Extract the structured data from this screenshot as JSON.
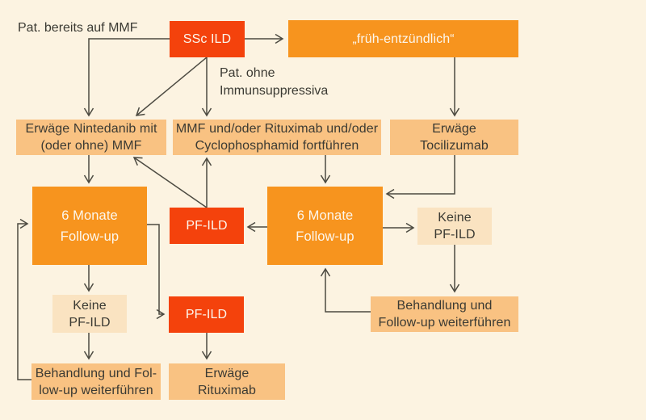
{
  "diagram": {
    "title_topic": "SSc ILD Behandlungsalgorithmus",
    "type": "flowchart",
    "background_color": "#fcf3e1",
    "colors": {
      "red_node": "#f4420c",
      "orange_node": "#f7941e",
      "light_node": "#f9c282",
      "lighter_node": "#fae3c1",
      "arrow_line": "#4c4a41",
      "dark_text": "#3b3a33",
      "white_text": "#fcf7ee"
    }
  },
  "labels": {
    "pat_bereits_auf_mmf": "Pat. bereits auf MMF",
    "pat_ohne_immunsuppressiva": "Pat. ohne\nImmunsuppressiva"
  },
  "nodes": {
    "ssc_ild": {
      "label": "SSc ILD",
      "color": "#f4420c"
    },
    "frueh_entzuendlich": {
      "label": "„früh-entzündlich“",
      "color": "#f7941e"
    },
    "erwaege_nintedanib": {
      "label": "Erwäge Nintedanib mit\n(oder ohne) MMF",
      "color": "#f9c282"
    },
    "mmf_fortfuehren": {
      "label": "MMF und/oder Rituximab und/oder\nCyclophosphamid fortführen",
      "color": "#f9c282"
    },
    "erwaege_tocilizumab": {
      "label": "Erwäge\nTocilizumab",
      "color": "#f9c282"
    },
    "followup_links": {
      "label": "6 Monate\nFollow-up",
      "color": "#f7941e"
    },
    "pf_ild_mitte": {
      "label": "PF-ILD",
      "color": "#f4420c"
    },
    "followup_rechts": {
      "label": "6 Monate\nFollow-up",
      "color": "#f7941e"
    },
    "keine_pf_ild_rechts": {
      "label": "Keine\nPF-ILD",
      "color": "#fae3c1"
    },
    "behandlung_rechts": {
      "label": "Behandlung und\nFollow-up weiterführen",
      "color": "#f9c282"
    },
    "keine_pf_ild_links": {
      "label": "Keine\nPF-ILD",
      "color": "#fae3c1"
    },
    "pf_ild_unten": {
      "label": "PF-ILD",
      "color": "#f4420c"
    },
    "behandlung_links": {
      "label": "Behandlung und Fol-\nlow-up weiterführen",
      "color": "#f9c282"
    },
    "erwaege_rituximab": {
      "label": "Erwäge\nRituximab",
      "color": "#f9c282"
    }
  },
  "edges": [
    {
      "from": "ssc_ild",
      "to": "frueh_entzuendlich"
    },
    {
      "from": "ssc_ild",
      "to": "erwaege_nintedanib",
      "label": "Pat. bereits auf MMF"
    },
    {
      "from": "ssc_ild",
      "to": "erwaege_nintedanib"
    },
    {
      "from": "ssc_ild",
      "to": "mmf_fortfuehren",
      "label": "Pat. ohne Immunsuppressiva"
    },
    {
      "from": "frueh_entzuendlich",
      "to": "erwaege_tocilizumab"
    },
    {
      "from": "erwaege_nintedanib",
      "to": "followup_links"
    },
    {
      "from": "pf_ild_mitte",
      "to": "erwaege_nintedanib"
    },
    {
      "from": "pf_ild_mitte",
      "to": "mmf_fortfuehren"
    },
    {
      "from": "mmf_fortfuehren",
      "to": "followup_rechts"
    },
    {
      "from": "erwaege_tocilizumab",
      "to": "followup_rechts"
    },
    {
      "from": "followup_rechts",
      "to": "pf_ild_mitte"
    },
    {
      "from": "followup_rechts",
      "to": "keine_pf_ild_rechts"
    },
    {
      "from": "keine_pf_ild_rechts",
      "to": "behandlung_rechts"
    },
    {
      "from": "behandlung_rechts",
      "to": "followup_rechts"
    },
    {
      "from": "followup_links",
      "to": "keine_pf_ild_links"
    },
    {
      "from": "keine_pf_ild_links",
      "to": "behandlung_links"
    },
    {
      "from": "behandlung_links",
      "to": "followup_links"
    },
    {
      "from": "followup_links",
      "to": "pf_ild_unten"
    },
    {
      "from": "pf_ild_unten",
      "to": "erwaege_rituximab"
    }
  ]
}
